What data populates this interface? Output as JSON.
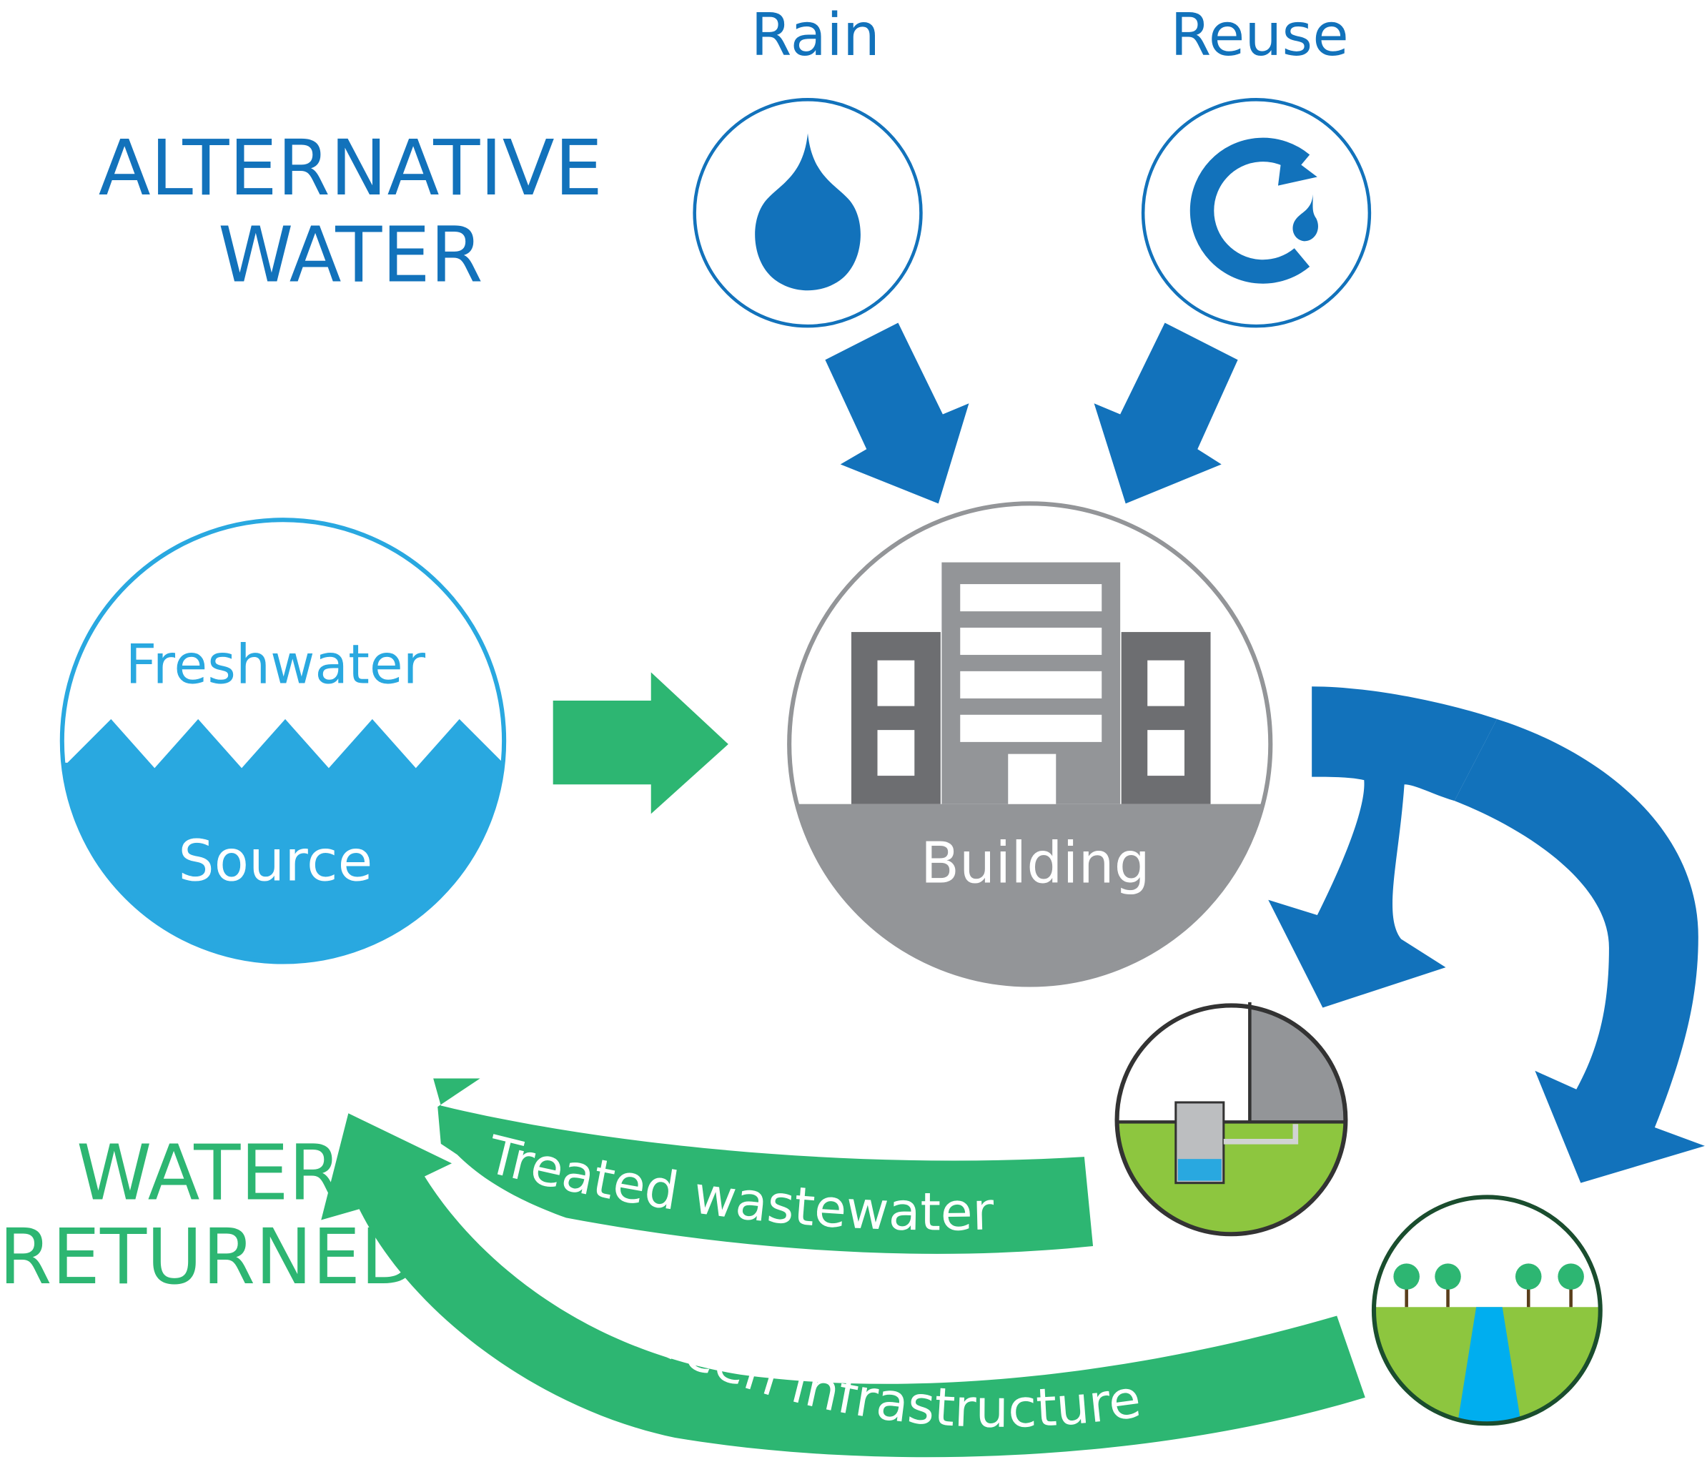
{
  "headings": {
    "alternative": [
      "ALTERNATIVE",
      "WATER"
    ],
    "returned": [
      "WATER",
      "RETURNED"
    ]
  },
  "inputs": {
    "rain": {
      "label": "Rain",
      "icon": "raindrop-icon"
    },
    "reuse": {
      "label": "Reuse",
      "icon": "recycle-drop-icon"
    }
  },
  "source": {
    "top_label": "Freshwater",
    "bottom_label": "Source"
  },
  "building": {
    "label": "Building"
  },
  "return_paths": {
    "treated": "Treated wastewater",
    "green": "Green infrastructure"
  },
  "colors": {
    "blue_dark": "#1272BB",
    "blue_light": "#29A8E0",
    "green": "#2DB672",
    "gray_light": "#939598",
    "gray_dark": "#6D6E71",
    "grass": "#8DC63F",
    "stream": "#00AEEF"
  }
}
